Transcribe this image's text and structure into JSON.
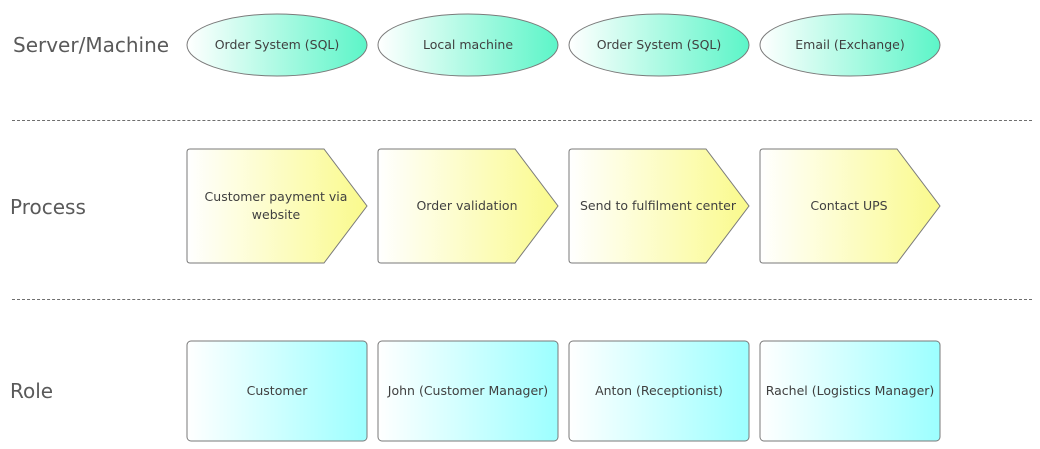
{
  "lanes": {
    "server": "Server/Machine",
    "process": "Process",
    "role": "Role"
  },
  "colors": {
    "server_fill_from": "#ffffff",
    "server_fill_to": "#5cf5c8",
    "process_fill_from": "#ffffff",
    "process_fill_to": "#fafa8c",
    "role_fill_from": "#ffffff",
    "role_fill_to": "#9cffff",
    "stroke": "#7a7a7a",
    "divider": "#6e6e6e"
  },
  "servers": [
    "Order System (SQL)",
    "Local machine",
    "Order System (SQL)",
    "Email (Exchange)"
  ],
  "processes": [
    "Customer payment via website",
    "Order validation",
    "Send to fulfilment center",
    "Contact UPS"
  ],
  "roles": [
    "Customer",
    "John (Customer Manager)",
    "Anton (Receptionist)",
    "Rachel (Logistics Manager)"
  ]
}
